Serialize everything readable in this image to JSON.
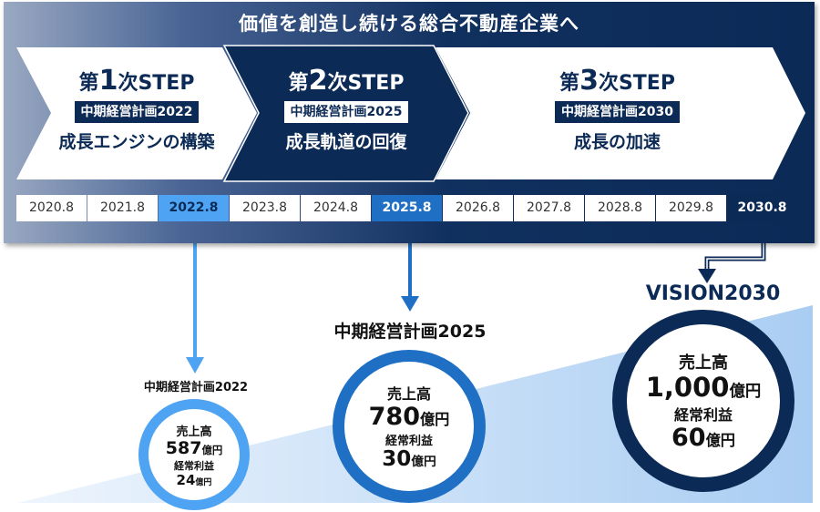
{
  "title": "価値を創造し続ける総合不動産企業へ",
  "steps": [
    {
      "prefix": "第",
      "num": "1",
      "suffix": "次STEP",
      "plan": "中期経営計画2022",
      "subtitle": "成長エンジンの構築"
    },
    {
      "prefix": "第",
      "num": "2",
      "suffix": "次STEP",
      "plan": "中期経営計画2025",
      "subtitle": "成長軌道の回復"
    },
    {
      "prefix": "第",
      "num": "3",
      "suffix": "次STEP",
      "plan": "中期経営計画2030",
      "subtitle": "成長の加速"
    }
  ],
  "timeline": [
    "2020.8",
    "2021.8",
    "2022.8",
    "2023.8",
    "2024.8",
    "2025.8",
    "2026.8",
    "2027.8",
    "2028.8",
    "2029.8",
    "2030.8"
  ],
  "targets": {
    "plan2022": {
      "label": "中期経営計画2022",
      "sales_label": "売上高",
      "sales_value": "587",
      "sales_unit": "億円",
      "profit_label": "経常利益",
      "profit_value": "24",
      "profit_unit": "億円"
    },
    "plan2025": {
      "label": "中期経営計画2025",
      "sales_label": "売上高",
      "sales_value": "780",
      "sales_unit": "億円",
      "profit_label": "経常利益",
      "profit_value": "30",
      "profit_unit": "億円"
    },
    "vision2030": {
      "label": "VISION2030",
      "sales_label": "売上高",
      "sales_value": "1,000",
      "sales_unit": "億円",
      "profit_label": "経常利益",
      "profit_value": "60",
      "profit_unit": "億円"
    }
  },
  "colors": {
    "navy": "#0c2a56",
    "mid_blue": "#1f6fc4",
    "light_blue": "#4ea4f2"
  }
}
